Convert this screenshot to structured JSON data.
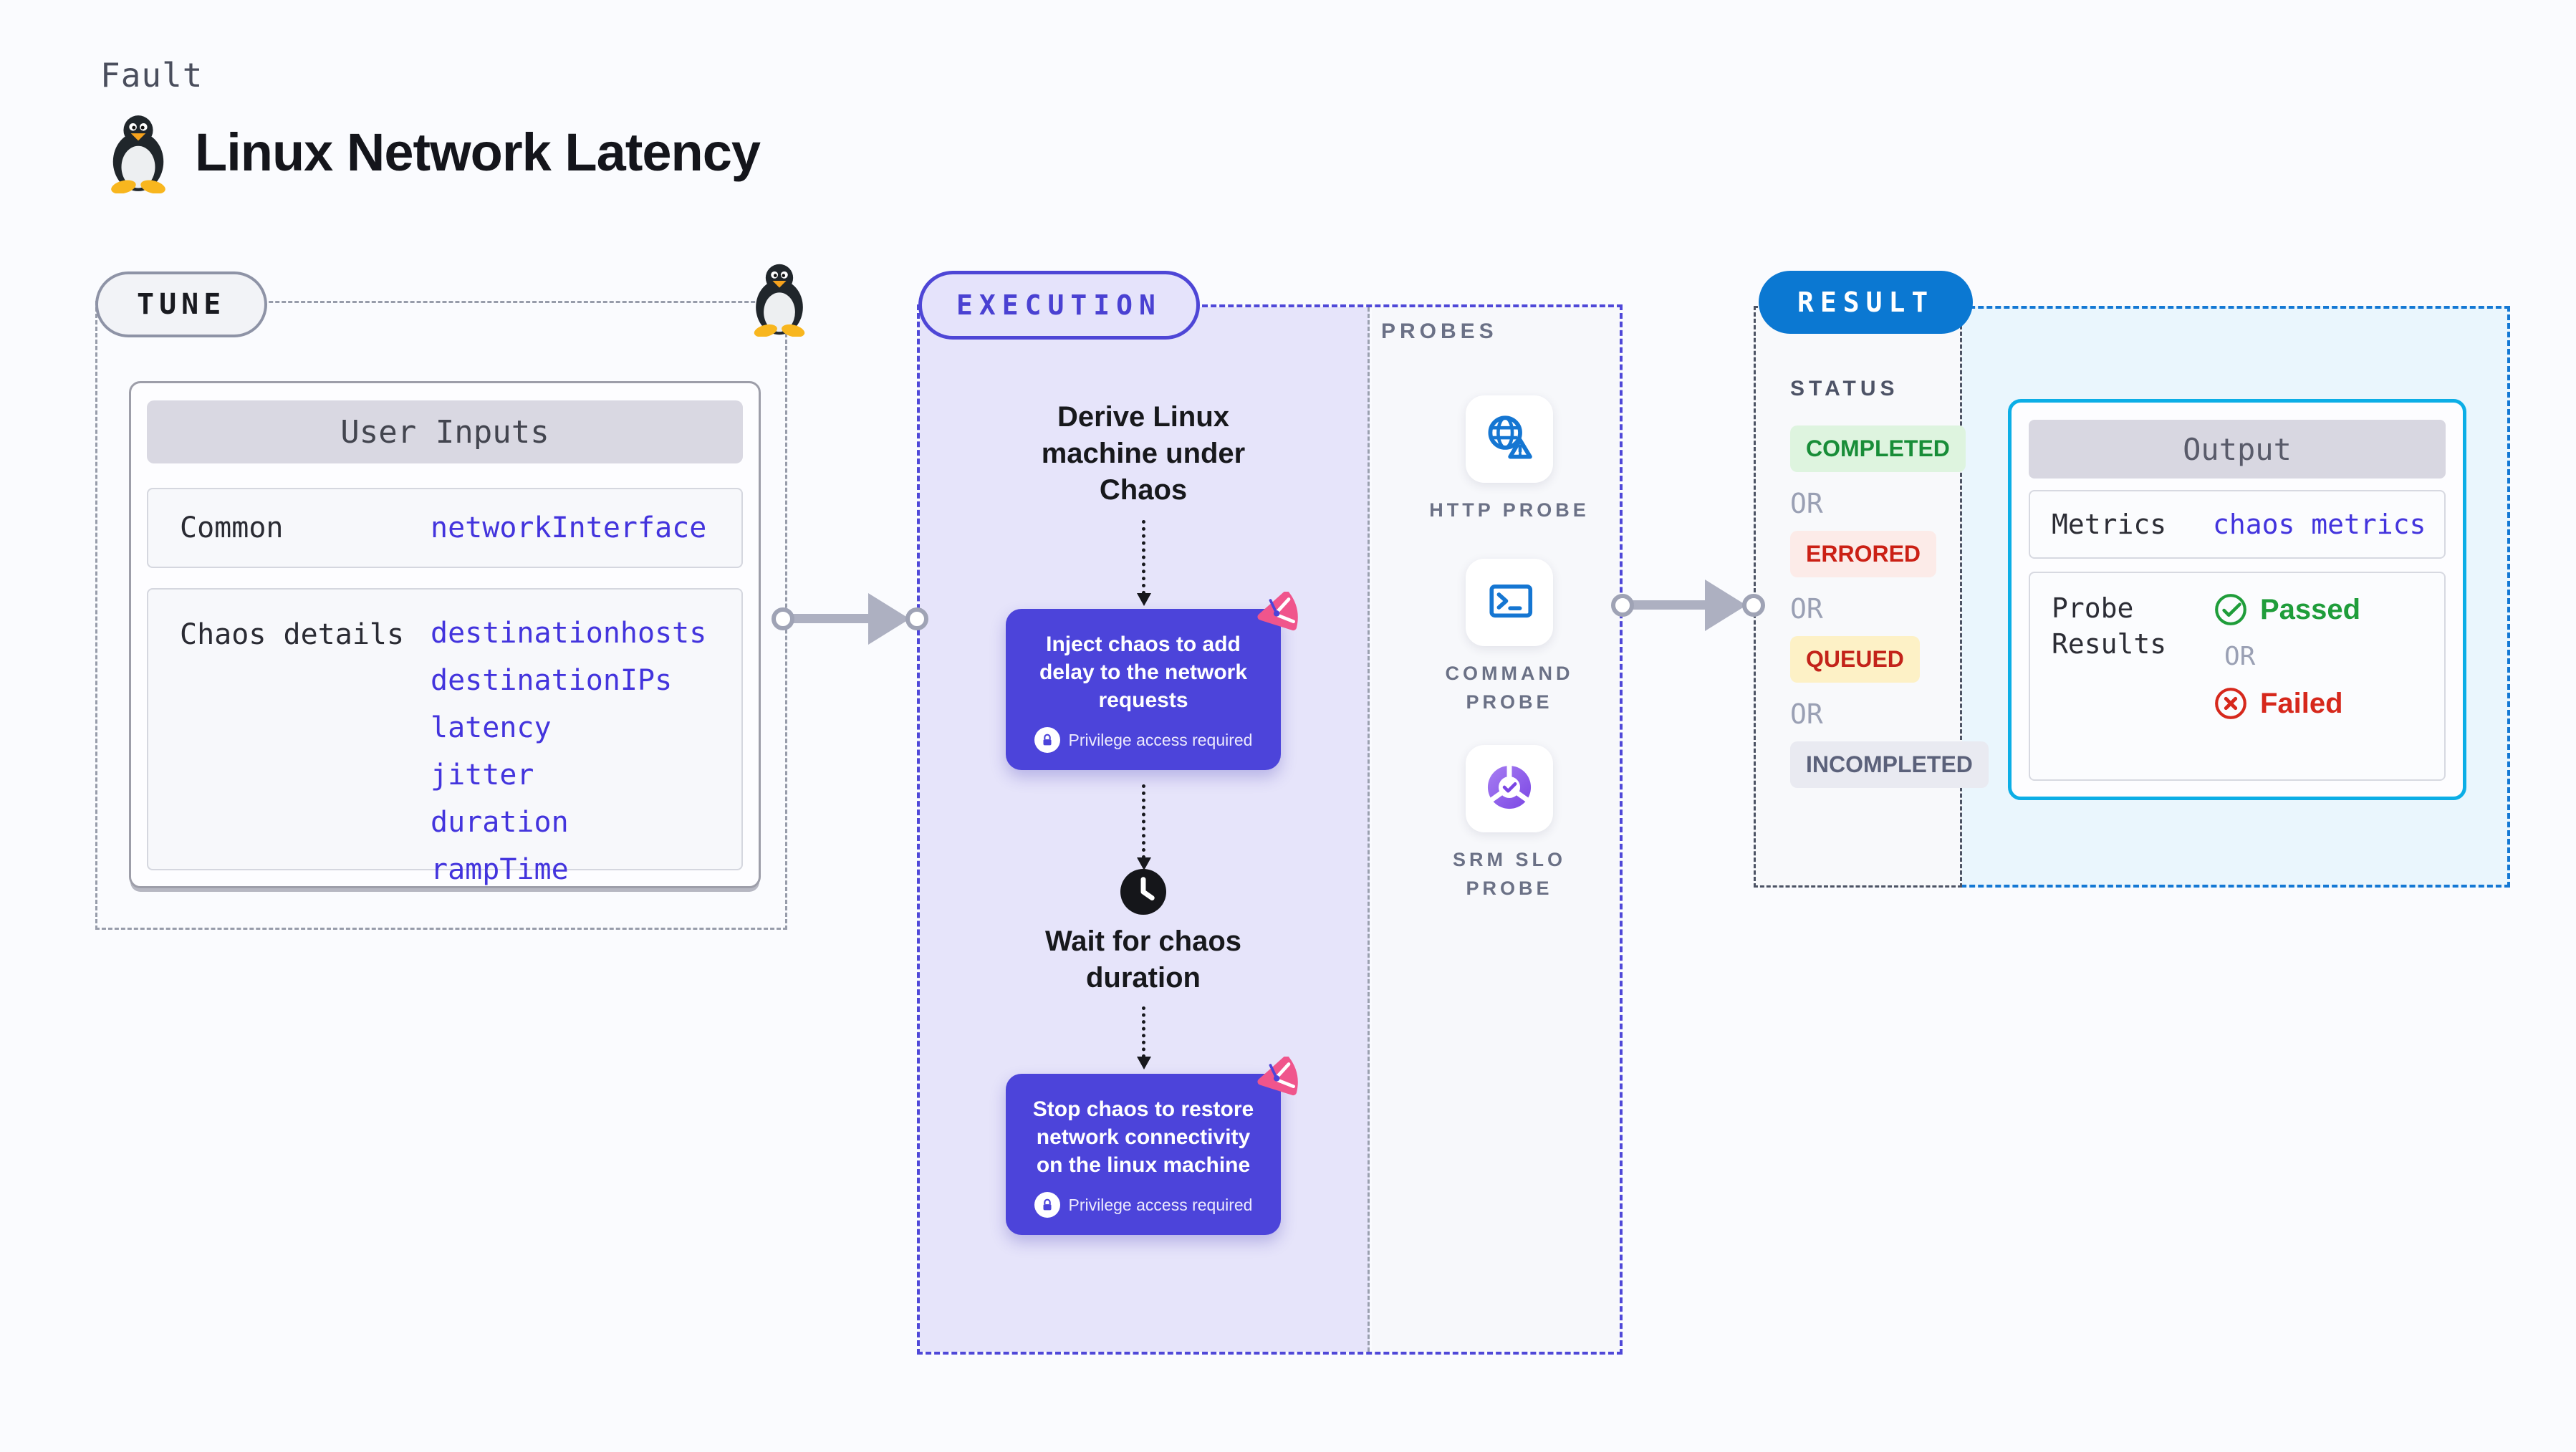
{
  "page": {
    "category_label": "Fault",
    "title": "Linux Network Latency"
  },
  "tune": {
    "badge": "TUNE",
    "table": {
      "header": "User Inputs",
      "rows": [
        {
          "label": "Common",
          "values": [
            "networkInterface"
          ]
        },
        {
          "label": "Chaos details",
          "values": [
            "destinationhosts",
            "destinationIPs",
            "latency",
            "jitter",
            "duration",
            "rampTime"
          ]
        }
      ]
    }
  },
  "execution": {
    "badge": "EXECUTION",
    "derive_step": "Derive Linux machine under Chaos",
    "inject_step": "Inject chaos to add delay to the network requests",
    "privilege_note": "Privilege access required",
    "wait_step": "Wait for chaos duration",
    "stop_step": "Stop chaos to restore network connectivity on the linux machine"
  },
  "probes": {
    "label": "PROBES",
    "items": [
      {
        "label": "HTTP PROBE",
        "icon": "globe-warning-icon"
      },
      {
        "label": "COMMAND PROBE",
        "icon": "terminal-icon"
      },
      {
        "label": "SRM SLO PROBE",
        "icon": "slo-pie-check-icon"
      }
    ]
  },
  "result": {
    "badge": "RESULT",
    "status": {
      "label": "STATUS",
      "or": "OR",
      "options": [
        {
          "label": "COMPLETED",
          "text_color": "#188d38",
          "bg_color": "#def4df"
        },
        {
          "label": "ERRORED",
          "text_color": "#cb2015",
          "bg_color": "#fcebe8"
        },
        {
          "label": "QUEUED",
          "text_color": "#c3231a",
          "bg_color": "#fdf1c6"
        },
        {
          "label": "INCOMPLETED",
          "text_color": "#5b617a",
          "bg_color": "#e9eaf1"
        }
      ]
    },
    "output": {
      "header": "Output",
      "metrics_label": "Metrics",
      "metrics_value": "chaos metrics",
      "probe_results_label": "Probe Results",
      "passed": "Passed",
      "or": "OR",
      "failed": "Failed"
    }
  },
  "colors": {
    "background": "#fafbfe",
    "accent_indigo": "#4c44da",
    "execution_fill": "#e6e4fa",
    "accent_blue": "#0b78d2",
    "result_dash_blue": "#1478d4",
    "result_fill": "#eaf6fd",
    "output_border_cyan": "#0caee6",
    "value_text_blue": "#4334dd",
    "arrow_gray": "#adb0c1",
    "probe_icon_blue": "#1576d2",
    "chaos_logo_pink": "#f0558c",
    "passed_green": "#1f9d3a",
    "failed_red": "#d6281c"
  }
}
